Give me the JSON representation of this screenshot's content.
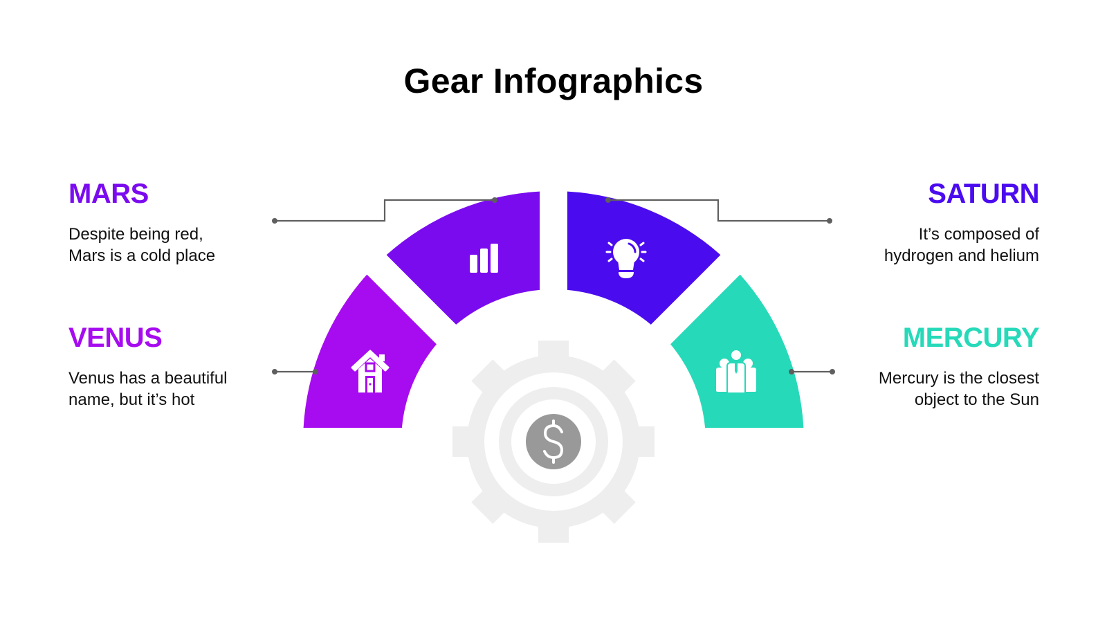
{
  "title": "Gear Infographics",
  "center": {
    "icon": "dollar-icon",
    "icon_bg": "#999999",
    "gear_color": "#eeeeee"
  },
  "items": [
    {
      "key": "mars",
      "heading": "MARS",
      "body": "Despite being red,\nMars is a cold place",
      "color": "#7b0bef",
      "icon": "bar-chart-icon",
      "side": "left"
    },
    {
      "key": "venus",
      "heading": "VENUS",
      "body": "Venus has a beautiful\nname, but it’s hot",
      "color": "#a60cef",
      "icon": "house-icon",
      "side": "left"
    },
    {
      "key": "saturn",
      "heading": "SATURN",
      "body": "It’s composed of\nhydrogen and helium",
      "color": "#4b0bef",
      "icon": "lightbulb-icon",
      "side": "right"
    },
    {
      "key": "mercury",
      "heading": "MERCURY",
      "body": "Mercury is the closest\nobject to the Sun",
      "color": "#26d9b9",
      "icon": "team-icon",
      "side": "right"
    }
  ],
  "connector_color": "#5f5f5f"
}
